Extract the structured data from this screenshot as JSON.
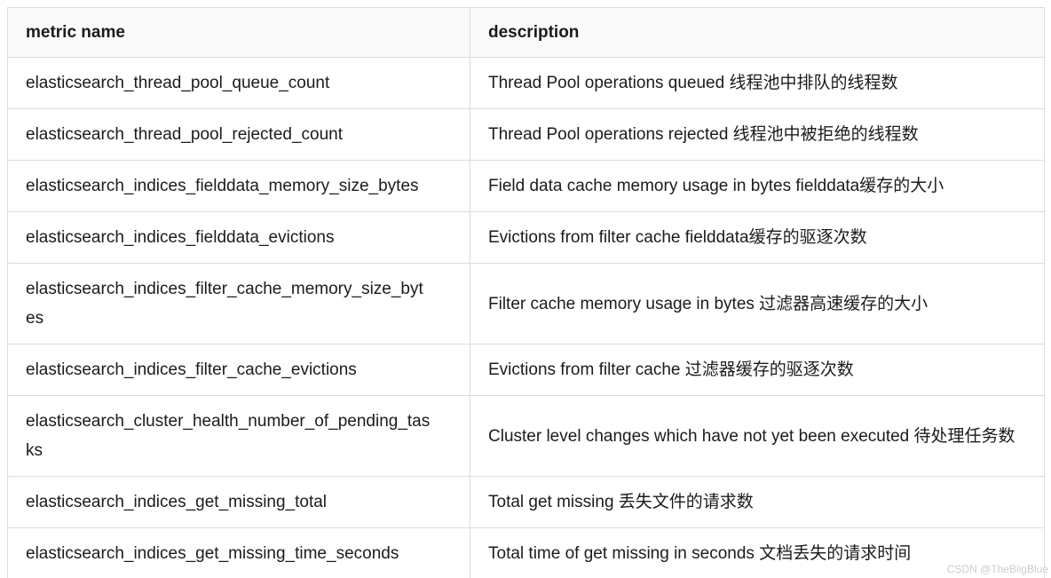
{
  "table": {
    "columns": [
      {
        "key": "metric",
        "label": "metric name"
      },
      {
        "key": "description",
        "label": "description"
      }
    ],
    "rows": [
      {
        "metric": "elasticsearch_thread_pool_queue_count",
        "description": "Thread Pool operations queued 线程池中排队的线程数"
      },
      {
        "metric": "elasticsearch_thread_pool_rejected_count",
        "description": "Thread Pool operations rejected 线程池中被拒绝的线程数"
      },
      {
        "metric": "elasticsearch_indices_fielddata_memory_size_bytes",
        "description": "Field data cache memory usage in bytes fielddata缓存的大小"
      },
      {
        "metric": "elasticsearch_indices_fielddata_evictions",
        "description": "Evictions from filter cache fielddata缓存的驱逐次数"
      },
      {
        "metric": "elasticsearch_indices_filter_cache_memory_size_bytes",
        "description": "Filter cache memory usage in bytes 过滤器高速缓存的大小"
      },
      {
        "metric": "elasticsearch_indices_filter_cache_evictions",
        "description": "Evictions from filter cache 过滤器缓存的驱逐次数"
      },
      {
        "metric": "elasticsearch_cluster_health_number_of_pending_tasks",
        "description": "Cluster level changes which have not yet been executed 待处理任务数"
      },
      {
        "metric": "elasticsearch_indices_get_missing_total",
        "description": "Total get missing 丢失文件的请求数"
      },
      {
        "metric": "elasticsearch_indices_get_missing_time_seconds",
        "description": "Total time of get missing in seconds 文档丢失的请求时间"
      }
    ]
  },
  "watermark": {
    "text": "CSDN @TheBiigBlue"
  },
  "colors": {
    "border": "#dcdcdc",
    "header_bg": "#fafafa",
    "text": "#1b1b1b",
    "watermark": "#cccccc",
    "page_bg": "#ffffff"
  }
}
